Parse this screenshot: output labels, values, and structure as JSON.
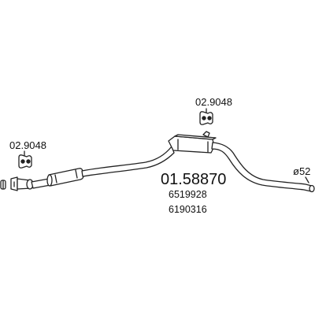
{
  "labels": {
    "hanger_top": "02.9048",
    "hanger_left": "02.9048",
    "main_part": "01.58870",
    "oe_number_1": "6519928",
    "oe_number_2": "6190316",
    "diameter": "ø52"
  },
  "colors": {
    "line": "#222222",
    "background": "#ffffff"
  },
  "icons": {
    "hanger": "rubber-hanger-icon",
    "clamp": "clamp-icon"
  }
}
